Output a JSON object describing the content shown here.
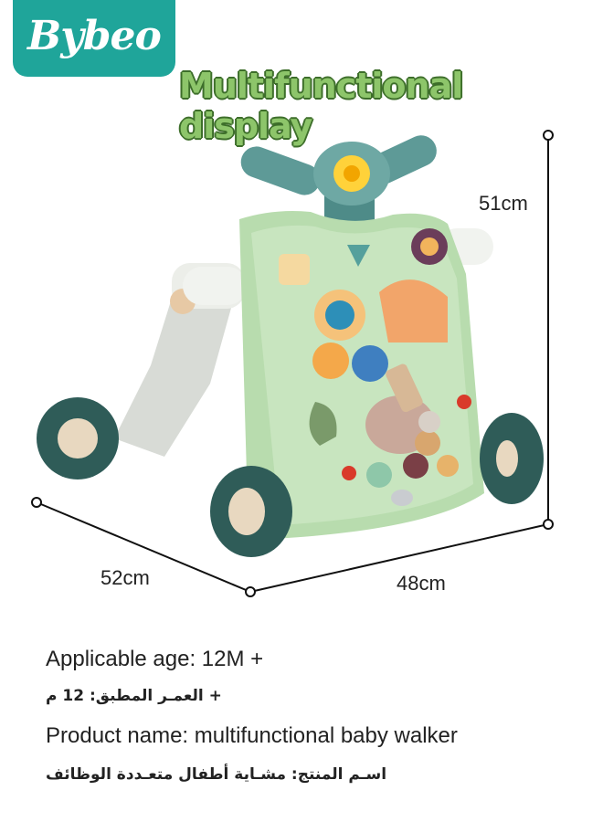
{
  "brand": {
    "name": "Bybeo",
    "bg_color": "#1fa59a"
  },
  "headline": "Multifunctional display",
  "dimensions": {
    "height": "51cm",
    "depth": "52cm",
    "width": "48cm"
  },
  "product_art": {
    "icon": "baby-walker-illustration",
    "body_color": "#b8dcae",
    "wheel_color": "#2f5c58"
  },
  "info": {
    "age_en": "Applicable age: 12M +",
    "age_ar": "+ العمـر المطبق: 12 م",
    "name_en": "Product name: multifunctional baby walker",
    "name_ar": "اسـم المنتج: مشـاية أطفال متعـددة الوظائف"
  }
}
